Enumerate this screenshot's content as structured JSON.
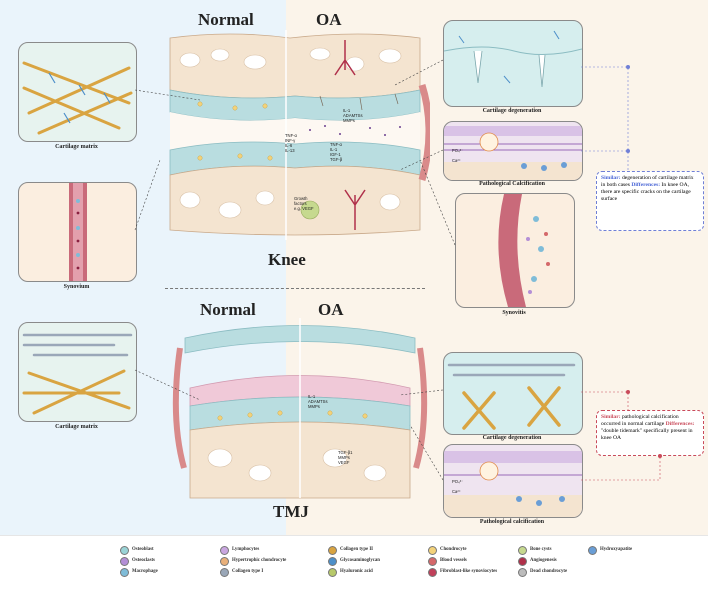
{
  "titles": {
    "knee_normal": "Normal",
    "knee_oa": "OA",
    "knee": "Knee",
    "tmj_normal": "Normal",
    "tmj_oa": "OA",
    "tmj": "TMJ"
  },
  "left_panels": {
    "matrix_top": "Cartilage matrix",
    "synovium": "Synovium",
    "matrix_bottom": "Cartilage matrix"
  },
  "right_panels": {
    "degeneration_top": "Cartilage degeneration",
    "calcification_top": "Pathological Calcification",
    "synovitis": "Synovitis",
    "degeneration_bottom": "Cartilage degeneration",
    "calcification_bottom": "Pathological calcification"
  },
  "knee_labels": {
    "cytokines_left": "TNF-α\nINF-γ\nIL-6\nIL-13",
    "enzymes": "IL-1\nADAMTSs\nMMPs",
    "cytokines_right": "TNF-α\nIL-1\nIGF-1\nTGF-β",
    "growth": "Growth\nfactors\ne.g. VEGF"
  },
  "tmj_labels": {
    "enzymes": "IL-1\nADAMTSs\nMMPs",
    "factors": "TGF-β1\nMMPs\nVEGF"
  },
  "ions": {
    "po4": "PO₄³⁻",
    "ca": "Ca²⁺"
  },
  "note_top": {
    "similar_label": "Similar:",
    "similar_text": " degeneration of cartilage matrix in both cases",
    "diff_label": "Differences:",
    "diff_text": " In knee OA, there are specific cracks on the cartilage surface"
  },
  "note_bottom": {
    "similar_label": "Similar:",
    "similar_text": " pathological calcification occurred in normal cartilage",
    "diff_label": "Differences:",
    "diff_text": " \"double tidemark\" specifically present in knee OA"
  },
  "legend": [
    {
      "label": "Osteoblast",
      "icon": "osteoblast-icon",
      "color": "#9ad3d6"
    },
    {
      "label": "Lymphocytes",
      "icon": "lymphocyte-icon",
      "color": "#c9a6e0"
    },
    {
      "label": "Collagen type II",
      "icon": "collagen-ii-icon",
      "color": "#d9a441"
    },
    {
      "label": "Chondrocyte",
      "icon": "chondrocyte-icon",
      "color": "#f3d27a"
    },
    {
      "label": "Bone cysts",
      "icon": "bone-cyst-icon",
      "color": "#c6d98f"
    },
    {
      "label": "Hydroxyapatite",
      "icon": "hydroxyapatite-icon",
      "color": "#6a9ed6"
    },
    {
      "label": "Osteoclasts",
      "icon": "osteoclast-icon",
      "color": "#b48fd6"
    },
    {
      "label": "Hypertrophic chondrocyte",
      "icon": "hypertrophic-chondrocyte-icon",
      "color": "#e9b07a"
    },
    {
      "label": "Glycosaminoglycan",
      "icon": "glycosaminoglycan-icon",
      "color": "#4d8fc9"
    },
    {
      "label": "Blood vessels",
      "icon": "blood-vessel-icon",
      "color": "#d4686a"
    },
    {
      "label": "Angiogenesis",
      "icon": "angiogenesis-icon",
      "color": "#b0304a"
    },
    {
      "label": "Macrophage",
      "icon": "macrophage-icon",
      "color": "#7fbcd8"
    },
    {
      "label": "Collagen type I",
      "icon": "collagen-i-icon",
      "color": "#9aa7b8"
    },
    {
      "label": "Hyaluronic acid",
      "icon": "hyaluronic-acid-icon",
      "color": "#b7c96a"
    },
    {
      "label": "Fibroblast-like synoviocytes",
      "icon": "fibroblast-icon",
      "color": "#c0405a"
    },
    {
      "label": "Dead chondrocyte",
      "icon": "dead-chondrocyte-icon",
      "color": "#bcbcbc"
    }
  ],
  "colors": {
    "normal_bg": "#eaf4fb",
    "oa_bg": "#fbf4ea",
    "cartilage": "#b9dde0",
    "bone": "#f4e4d0",
    "synovium": "#d98a8a",
    "note_top_border": "#6f7fd6",
    "note_bottom_border": "#c94a5a"
  }
}
